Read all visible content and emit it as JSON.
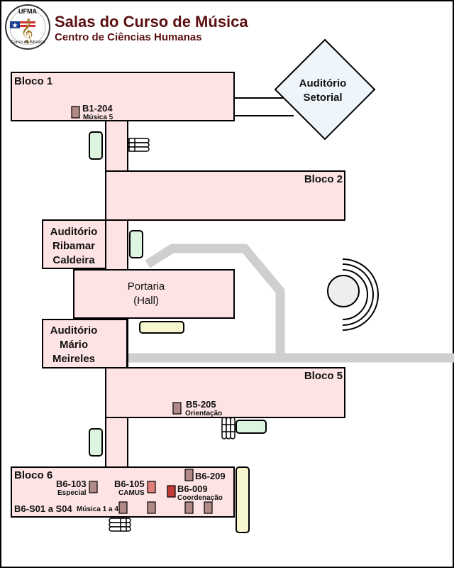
{
  "header": {
    "title": "Salas do Curso de Música",
    "subtitle": "Centro de Ciências Humanas",
    "logo": {
      "top_text": "UFMA",
      "bottom_text": "Curso de Música",
      "icon": "treble-clef-icon",
      "flag_icon": "star-flag-icon"
    }
  },
  "buildings": {
    "bloco1": "Bloco 1",
    "bloco2": "Bloco 2",
    "bloco5": "Bloco 5",
    "bloco6": "Bloco 6",
    "auditorio_setorial": [
      "Auditório",
      "Setorial"
    ],
    "auditorio_ribamar": [
      "Auditório",
      "Ribamar",
      "Caldeira"
    ],
    "portaria": [
      "Portaria",
      "(Hall)"
    ],
    "auditorio_mario": [
      "Auditório",
      "Mário",
      "Meireles"
    ]
  },
  "rooms": {
    "b1_204": {
      "code": "B1-204",
      "desc": "Música 5"
    },
    "b5_205": {
      "code": "B5-205",
      "desc": "Orientação"
    },
    "b6_103": {
      "code": "B6-103",
      "desc": "Especial"
    },
    "b6_105": {
      "code": "B6-105",
      "desc": "CAMUS"
    },
    "b6_209": {
      "code": "B6-209"
    },
    "b6_009": {
      "code": "B6-009",
      "desc": "Coordenação"
    },
    "b6_s01": {
      "code": "B6-S01 a S04",
      "desc": "Música 1 a 4"
    }
  },
  "colors": {
    "building_fill": "#fde3e3",
    "door": "#b08a86",
    "door_highlight": "#c23a36",
    "door_mid": "#e07f7a",
    "restroom_green": "#ddf5df",
    "restroom_yellow": "#f7f7cf",
    "road": "#cfcfcf",
    "title": "#5a1010",
    "diamond_fill": "#eef5fb"
  }
}
